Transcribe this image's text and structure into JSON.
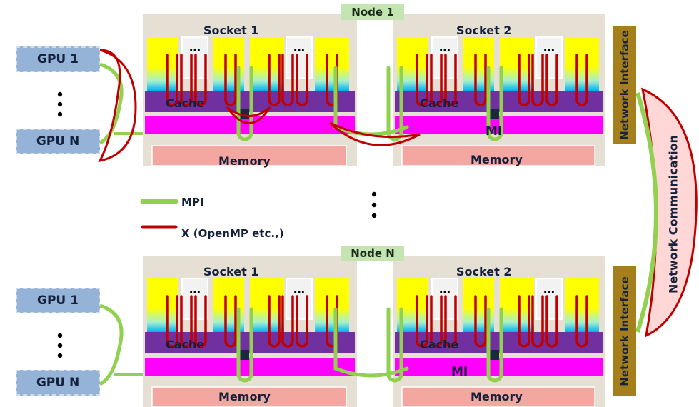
{
  "nodes": [
    {
      "label": "Node 1",
      "sockets": [
        {
          "label": "Socket 1",
          "cache": "Cache",
          "interconnect": "",
          "memory": "Memory"
        },
        {
          "label": "Socket 2",
          "cache": "Cache",
          "interconnect": "MI",
          "memory": "Memory"
        }
      ],
      "gpus": [
        "GPU 1",
        "GPU N"
      ],
      "network_interface": "Network Interface"
    },
    {
      "label": "Node N",
      "sockets": [
        {
          "label": "Socket 1",
          "cache": "Cache",
          "interconnect": "",
          "memory": "Memory"
        },
        {
          "label": "Socket 2",
          "cache": "Cache",
          "interconnect": "MI",
          "memory": "Memory"
        }
      ],
      "gpus": [
        "GPU 1",
        "GPU N"
      ],
      "network_interface": "Network Interface"
    }
  ],
  "network_communication": "Network Communication",
  "legend": {
    "mpi": "MPI",
    "x": "X (OpenMP etc.,)"
  },
  "glyphs": {
    "core_dots": "…",
    "vertical_dots": "•\n•\n•"
  },
  "colors": {
    "mpi_line": "#92d050",
    "x_line": "#c00000",
    "cache": "#7030a0",
    "interconnect": "#ff00ff",
    "memory": "#f4a6a0",
    "core": "#ffff00",
    "core_fade": "#00b0f0",
    "gpu": "#95b3d7",
    "node_tag": "#c4e5b2",
    "network_interface": "#a57f1c",
    "socket_bg": "#e6e0d4"
  }
}
